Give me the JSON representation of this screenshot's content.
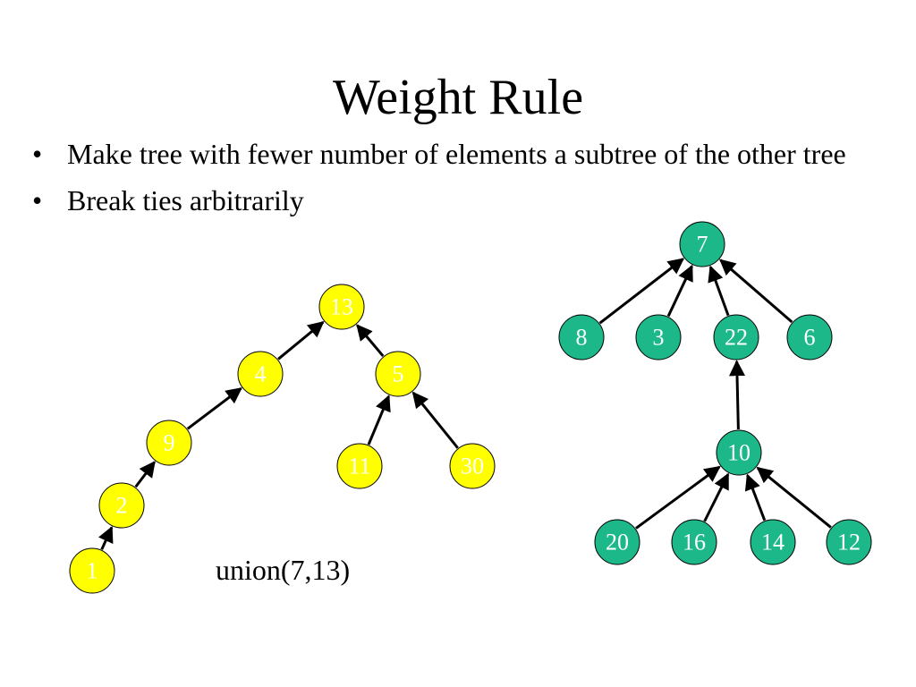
{
  "slide": {
    "title": "Weight Rule",
    "bullets": [
      "Make tree with fewer number of elements a subtree of the other tree",
      "Break ties arbitrarily"
    ],
    "bullet_symbol": "•",
    "caption": "union(7,13)"
  },
  "colors": {
    "yellow_node": "#ffff00",
    "green_node": "#1cb88a",
    "edge": "#000000",
    "node_label": "#ffffff"
  },
  "trees": {
    "yellow": {
      "nodes": [
        "13",
        "4",
        "5",
        "9",
        "11",
        "30",
        "2",
        "1"
      ],
      "edges": [
        [
          "4",
          "13"
        ],
        [
          "5",
          "13"
        ],
        [
          "9",
          "4"
        ],
        [
          "11",
          "5"
        ],
        [
          "30",
          "5"
        ],
        [
          "2",
          "9"
        ],
        [
          "1",
          "2"
        ]
      ]
    },
    "green": {
      "nodes": [
        "7",
        "8",
        "3",
        "22",
        "6",
        "10",
        "20",
        "16",
        "14",
        "12"
      ],
      "edges": [
        [
          "8",
          "7"
        ],
        [
          "3",
          "7"
        ],
        [
          "22",
          "7"
        ],
        [
          "6",
          "7"
        ],
        [
          "10",
          "22"
        ],
        [
          "20",
          "10"
        ],
        [
          "16",
          "10"
        ],
        [
          "14",
          "10"
        ],
        [
          "12",
          "10"
        ]
      ]
    }
  }
}
